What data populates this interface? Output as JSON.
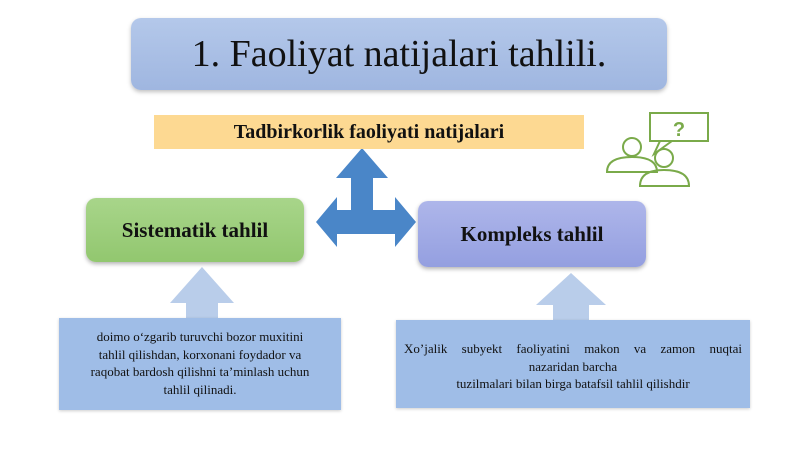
{
  "title": "1. Faoliyat natijalari tahlili.",
  "banner": "Tadbirkorlik faoliyati natijalari",
  "left_box": "Sistematik tahlil",
  "right_box": "Kompleks tahlil",
  "left_desc": [
    "doimo o‘zgarib turuvchi bozor muxitini",
    "tahlil qilishdan, korxonani foydador va",
    "raqobat bardosh qilishni ta’minlash uchun",
    "tahlil qilinadi."
  ],
  "right_desc": [
    "Xo’jalik subyekt faoliyatini makon va zamon nuqtai",
    "nazaridan barcha",
    "tuzilmalari bilan birga batafsil tahlil qilishdir"
  ],
  "icon": {
    "name": "discussion-question-icon",
    "glyph": "?"
  },
  "colors": {
    "title_bg": "#a9c0e6",
    "banner_bg": "#fdd992",
    "left_box_bg": "#9ccc7c",
    "right_box_bg": "#a2abe6",
    "desc_bg": "#9fbde7",
    "arrow_blue": "#4a86c8",
    "arrow_light": "#b9cdea",
    "icon_green": "#7aaa4a"
  }
}
